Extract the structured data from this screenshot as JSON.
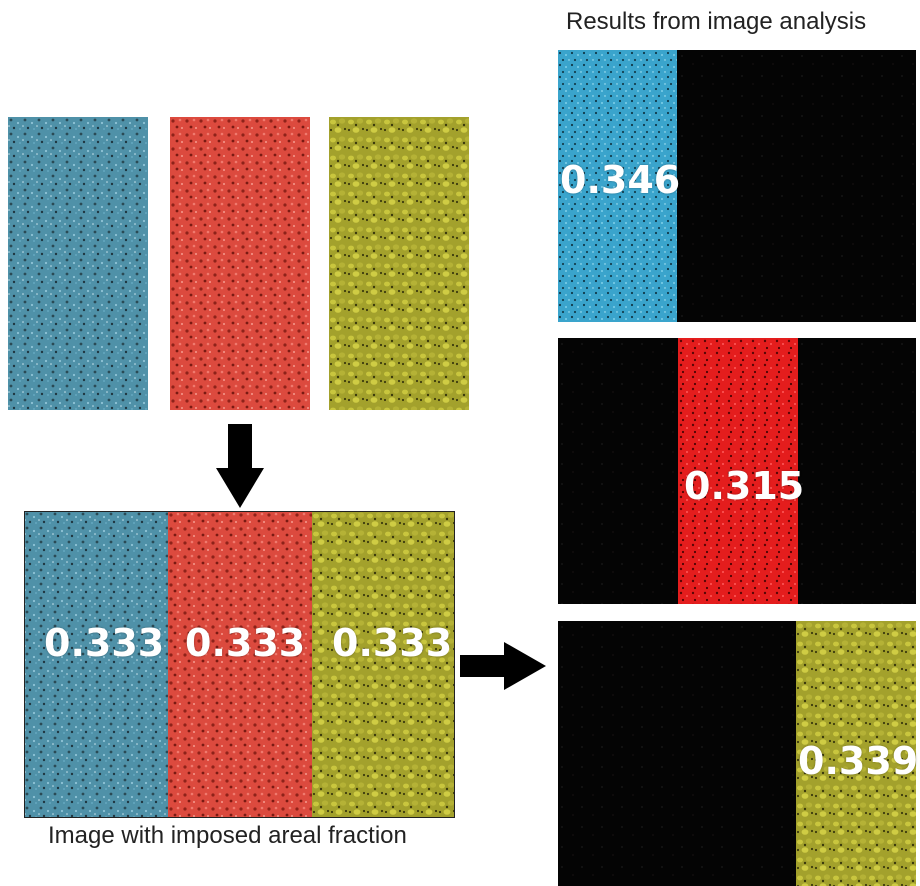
{
  "results_title": "Results from image analysis",
  "composite_caption": "Image with imposed areal fraction",
  "imposed_fractions": [
    "0.333",
    "0.333",
    "0.333"
  ],
  "results": {
    "blue": "0.346",
    "red": "0.315",
    "yellow": "0.339"
  },
  "colors": {
    "blue_sample": "#4d8fa6",
    "red_sample": "#d9473d",
    "yellow_sample": "#9c9a2a",
    "background_black": "#050505",
    "arrow": "#000000",
    "label_text": "#ffffff"
  }
}
